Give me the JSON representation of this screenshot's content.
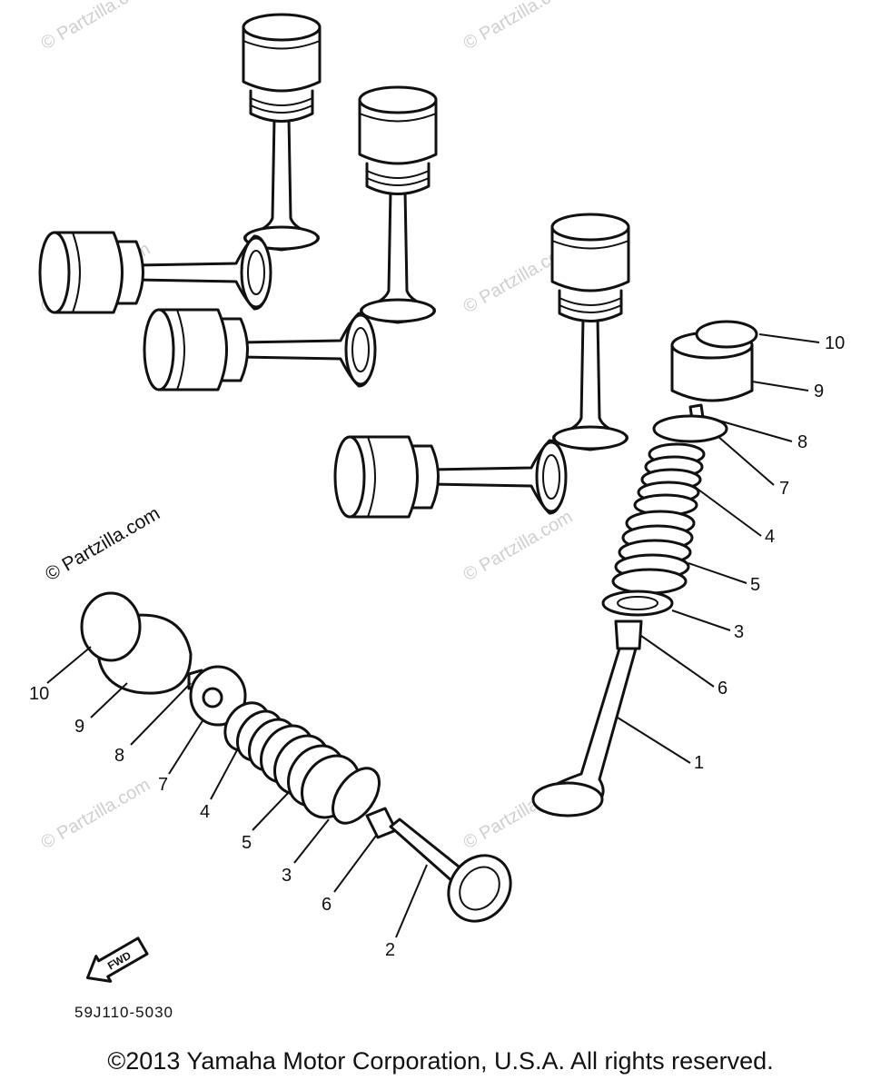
{
  "watermark": "© Partzilla.com",
  "callouts_right": [
    "10",
    "9",
    "8",
    "7",
    "4",
    "5",
    "3",
    "6",
    "1"
  ],
  "callouts_left": [
    "10",
    "9",
    "8",
    "7",
    "4",
    "5",
    "3",
    "6",
    "2"
  ],
  "fwd_label": "FWD",
  "diagram_code": "59J110-5030",
  "copyright": "©2013 Yamaha Motor Corporation, U.S.A. All rights reserved."
}
